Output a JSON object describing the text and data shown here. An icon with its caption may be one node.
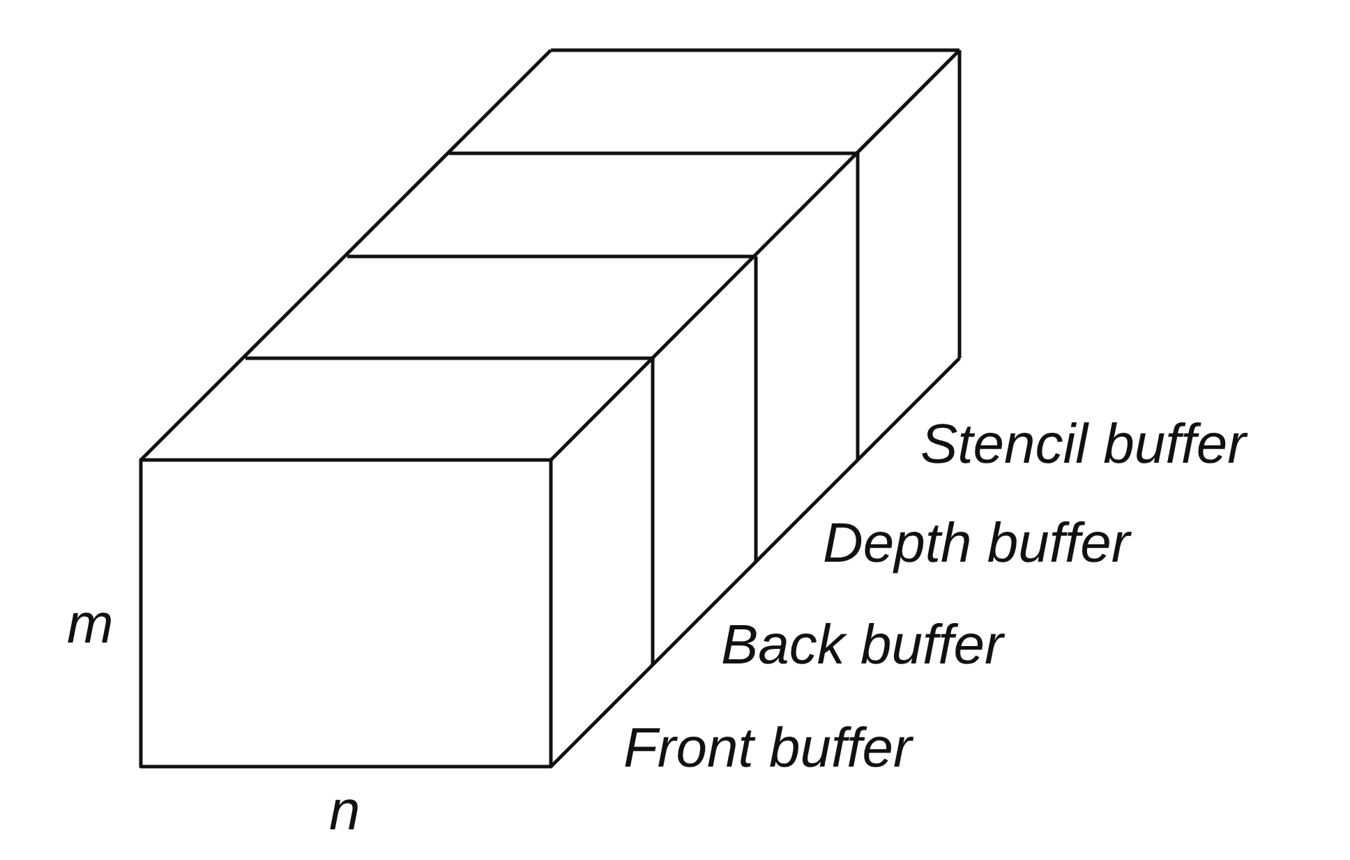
{
  "diagram": {
    "labels": [
      "Stencil buffer",
      "Depth buffer",
      "Back buffer",
      "m",
      "Front buffer",
      "n"
    ]
  }
}
